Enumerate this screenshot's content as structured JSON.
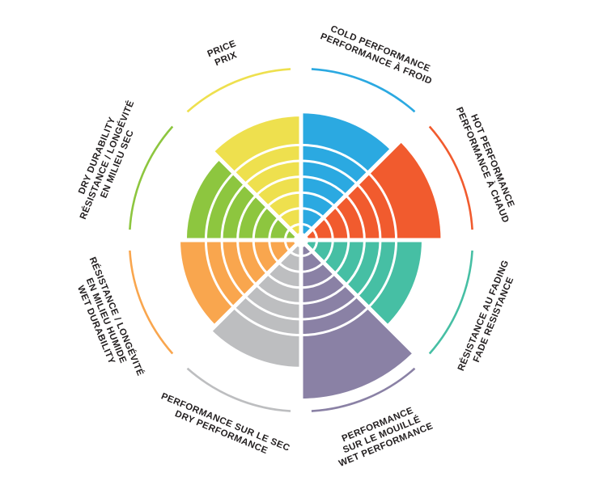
{
  "chart_data": {
    "type": "polar-segment-wheel",
    "scale_max": 10,
    "grid_rings": [
      1,
      2,
      3,
      4,
      5,
      6
    ],
    "grid_color": "#ffffff",
    "text_color": "#231f20",
    "segments": [
      {
        "id": "cold-performance",
        "label_lines": [
          "COLD PERFORMANCE",
          "PERFORMANCE À FROID"
        ],
        "color": "#2BA9E1",
        "value": 8.0
      },
      {
        "id": "hot-performance",
        "label_lines": [
          "HOT PERFORMANCE",
          "PERFORMANCE À CHAUD"
        ],
        "color": "#F15B2E",
        "value": 8.8
      },
      {
        "id": "fade-resistance",
        "label_lines": [
          "RÉSISTANCE AU FADING",
          "FADE RESISTANCE"
        ],
        "color": "#46BFA4",
        "value": 7.6
      },
      {
        "id": "wet-performance",
        "label_lines": [
          "PERFORMANCE",
          "SUR LE MOUILLÉ",
          "WET PERFORMANCE"
        ],
        "color": "#8A81A5",
        "value": 10.0
      },
      {
        "id": "dry-performance",
        "label_lines": [
          "PERFORMANCE SUR LE SEC",
          "DRY PERFORMANCE"
        ],
        "color": "#BDBEC0",
        "value": 8.0
      },
      {
        "id": "wet-durability",
        "label_lines": [
          "RÉSISTANCE / LONGÉVITÉ",
          "EN MILIEU HUMIDE",
          "WET DURABILITY"
        ],
        "color": "#F9A64E",
        "value": 7.6
      },
      {
        "id": "dry-durability",
        "label_lines": [
          "DRY DURABILITY",
          "RÉSISTANCE / LONGÉVITÉ",
          "EN MILIEU SEC"
        ],
        "color": "#8DC63F",
        "value": 7.2
      },
      {
        "id": "price",
        "label_lines": [
          "PRICE",
          "PRIX"
        ],
        "color": "#EEE04E",
        "value": 7.8
      }
    ]
  }
}
